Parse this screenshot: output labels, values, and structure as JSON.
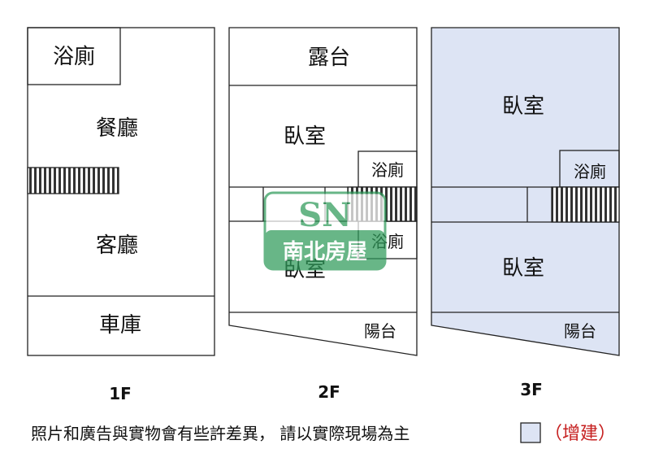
{
  "floor1": {
    "label": "1F",
    "rooms": {
      "bath": "浴廁",
      "dining": "餐廳",
      "living": "客廳",
      "garage": "車庫"
    }
  },
  "floor2": {
    "label": "2F",
    "rooms": {
      "terrace": "露台",
      "bedroom_top": "臥室",
      "bath_top": "浴廁",
      "bath_bottom": "浴廁",
      "bedroom_bottom": "臥室",
      "balcony": "陽台"
    }
  },
  "floor3": {
    "label": "3F",
    "rooms": {
      "bedroom_top": "臥室",
      "bath": "浴廁",
      "bedroom_bottom": "臥室",
      "balcony": "陽台"
    }
  },
  "watermark": {
    "mark": "SN",
    "name": "南北房屋"
  },
  "footer": {
    "note": "照片和廣告與實物會有些許差異， 請以實際現場為主",
    "legend_label": "（增建）"
  },
  "colors": {
    "addition_fill": "#dde4f4",
    "legend_text": "#c62020",
    "watermark": "#2f9a5a"
  }
}
